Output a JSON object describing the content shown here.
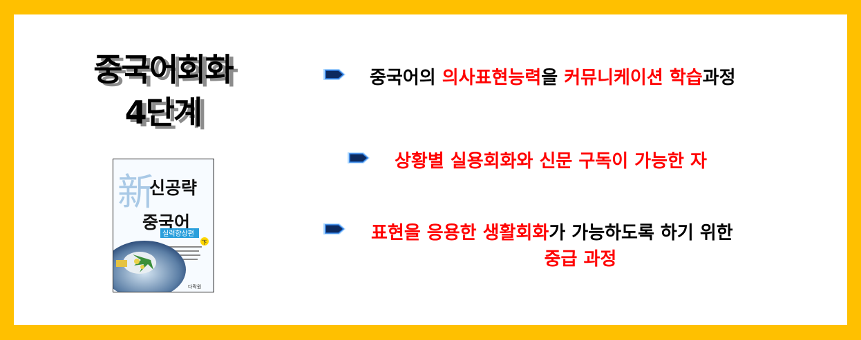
{
  "title": {
    "line1": "중국어회화",
    "line2": "4단계"
  },
  "book": {
    "hanja": "新",
    "title_line1": "신공략",
    "title_line2": "중국어",
    "subtitle": "실력향상편",
    "volume": "下",
    "publisher": "다락원"
  },
  "bullets": [
    {
      "icon": "arrow-bullet-icon",
      "segments": [
        {
          "text": "중국어의 ",
          "emphasis": false
        },
        {
          "text": "의사표현능력",
          "emphasis": true
        },
        {
          "text": "을 ",
          "emphasis": false
        },
        {
          "text": "커뮤니케이션 학습",
          "emphasis": true
        },
        {
          "text": "과정",
          "emphasis": false
        }
      ]
    },
    {
      "icon": "arrow-bullet-icon",
      "segments": [
        {
          "text": "상황별 실용회화와 신문 구독이 가능한 자",
          "emphasis": true
        }
      ]
    },
    {
      "icon": "arrow-bullet-icon",
      "segments": [
        {
          "text": "표현을 응용한 생활회화",
          "emphasis": true
        },
        {
          "text": "가 가능하도록 하기 위한",
          "emphasis": false
        }
      ],
      "line2": "중급 과정"
    }
  ],
  "colors": {
    "frame": "#FFC000",
    "emphasis": "#FF0000",
    "arrow": "#0d2a5e",
    "arrow_glow": "#4aa8ff"
  }
}
